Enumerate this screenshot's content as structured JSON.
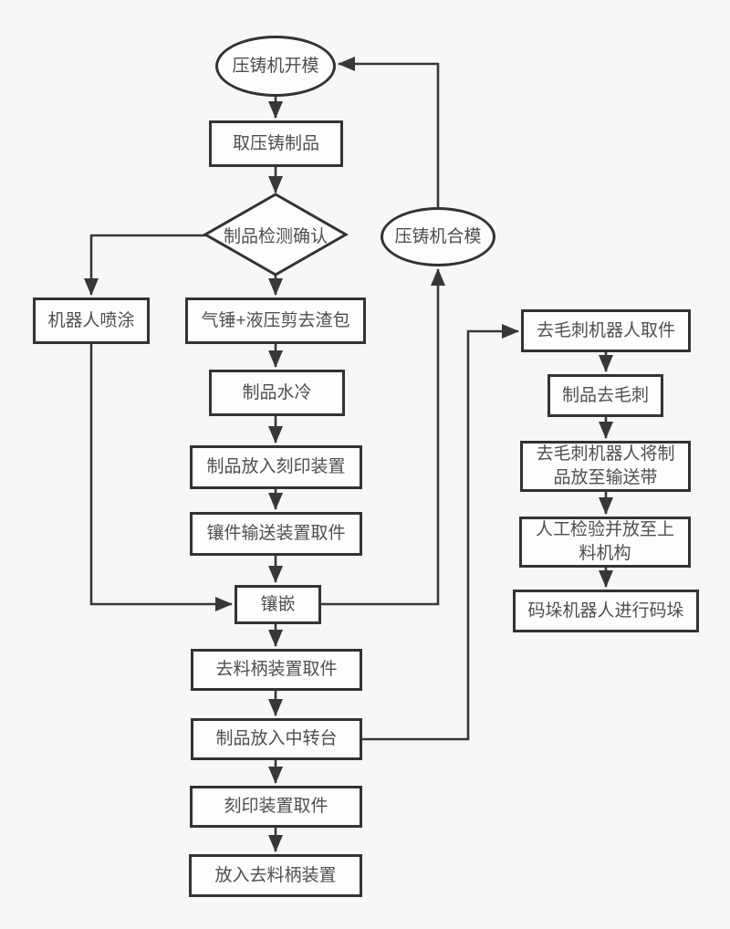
{
  "palette": {
    "background": "#f7f7f8",
    "node_fill": "#fdfdfd",
    "node_border": "#333333",
    "line_color": "#383838",
    "text_color": "#4f4f4f"
  },
  "flowchart": {
    "nodes": {
      "open_mold": {
        "shape": "ellipse",
        "label": "压铸机开模"
      },
      "take_product": {
        "shape": "rect",
        "label": "取压铸制品"
      },
      "inspect": {
        "shape": "diamond",
        "label": "制品检测确认"
      },
      "robot_spray": {
        "shape": "rect",
        "label": "机器人喷涂"
      },
      "hammer_shear": {
        "shape": "rect",
        "label": "气锤+液压剪去渣包"
      },
      "water_cool": {
        "shape": "rect",
        "label": "制品水冷"
      },
      "place_marking": {
        "shape": "rect",
        "label": "制品放入刻印装置"
      },
      "insert_conveyor": {
        "shape": "rect",
        "label": "镶件输送装置取件"
      },
      "inlay": {
        "shape": "rect",
        "label": "镶嵌"
      },
      "handle_pick": {
        "shape": "rect",
        "label": "去料柄装置取件"
      },
      "transfer_table": {
        "shape": "rect",
        "label": "制品放入中转台"
      },
      "marking_pick": {
        "shape": "rect",
        "label": "刻印装置取件"
      },
      "place_handle_removal": {
        "shape": "rect",
        "label": "放入去料柄装置"
      },
      "close_mold": {
        "shape": "ellipse",
        "label": "压铸机合模"
      },
      "deburr_pick": {
        "shape": "rect",
        "label": "去毛刺机器人取件"
      },
      "deburr": {
        "shape": "rect",
        "label": "制品去毛刺"
      },
      "deburr_conveyor": {
        "shape": "rect",
        "label": "去毛刺机器人将制\n品放至输送带"
      },
      "manual_inspect": {
        "shape": "rect",
        "label": "人工检验并放至上\n料机构"
      },
      "palletize": {
        "shape": "rect",
        "label": "码垛机器人进行码垛"
      }
    },
    "edges": [
      {
        "from": "open_mold",
        "to": "take_product"
      },
      {
        "from": "take_product",
        "to": "inspect"
      },
      {
        "from": "inspect",
        "to": "hammer_shear"
      },
      {
        "from": "inspect",
        "to": "robot_spray"
      },
      {
        "from": "robot_spray",
        "to": "inlay"
      },
      {
        "from": "hammer_shear",
        "to": "water_cool"
      },
      {
        "from": "water_cool",
        "to": "place_marking"
      },
      {
        "from": "place_marking",
        "to": "insert_conveyor"
      },
      {
        "from": "insert_conveyor",
        "to": "inlay"
      },
      {
        "from": "inlay",
        "to": "handle_pick"
      },
      {
        "from": "inlay",
        "to": "close_mold"
      },
      {
        "from": "close_mold",
        "to": "open_mold"
      },
      {
        "from": "handle_pick",
        "to": "transfer_table"
      },
      {
        "from": "transfer_table",
        "to": "marking_pick"
      },
      {
        "from": "transfer_table",
        "to": "deburr_pick"
      },
      {
        "from": "marking_pick",
        "to": "place_handle_removal"
      },
      {
        "from": "deburr_pick",
        "to": "deburr"
      },
      {
        "from": "deburr",
        "to": "deburr_conveyor"
      },
      {
        "from": "deburr_conveyor",
        "to": "manual_inspect"
      },
      {
        "from": "manual_inspect",
        "to": "palletize"
      }
    ]
  }
}
